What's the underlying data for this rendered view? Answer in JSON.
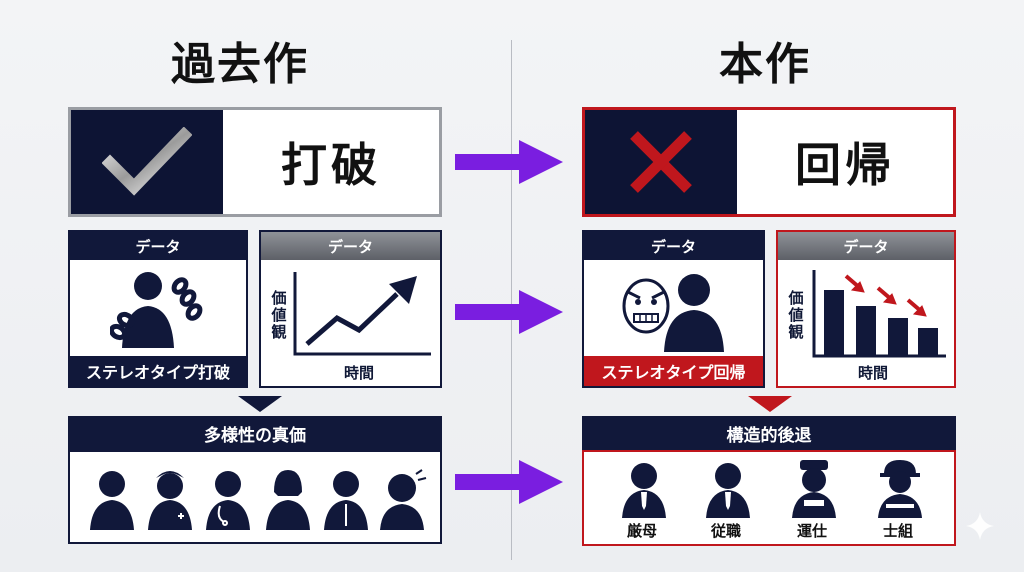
{
  "left": {
    "title": "過去作",
    "result": "打破",
    "card1": {
      "header": "データ",
      "footer": "ステレオタイプ打破"
    },
    "card2": {
      "header": "データ",
      "ylabel": [
        "価",
        "値",
        "観"
      ],
      "xlabel": "時間"
    },
    "summary": "多様性の真価"
  },
  "right": {
    "title": "本作",
    "result": "回帰",
    "card1": {
      "header": "データ",
      "footer": "ステレオタイプ回帰"
    },
    "card2": {
      "header": "データ",
      "ylabel": [
        "価",
        "値",
        "観"
      ],
      "xlabel": "時間"
    },
    "summary": "構造的後退",
    "roles": [
      "厳母",
      "従職",
      "運仕",
      "士組"
    ]
  },
  "colors": {
    "navy": "#0d1434",
    "red": "#c0171d",
    "purple": "#7a1ee0",
    "gray": "#8a8d94"
  },
  "icons": [
    "check-icon",
    "x-mark-icon",
    "chained-person-icon",
    "rising-line-chart-icon",
    "angry-mask-person-icon",
    "falling-bar-chart-icon",
    "diverse-people-icons",
    "uniform-role-people-icons",
    "right-arrow-icon",
    "sparkle-icon"
  ]
}
